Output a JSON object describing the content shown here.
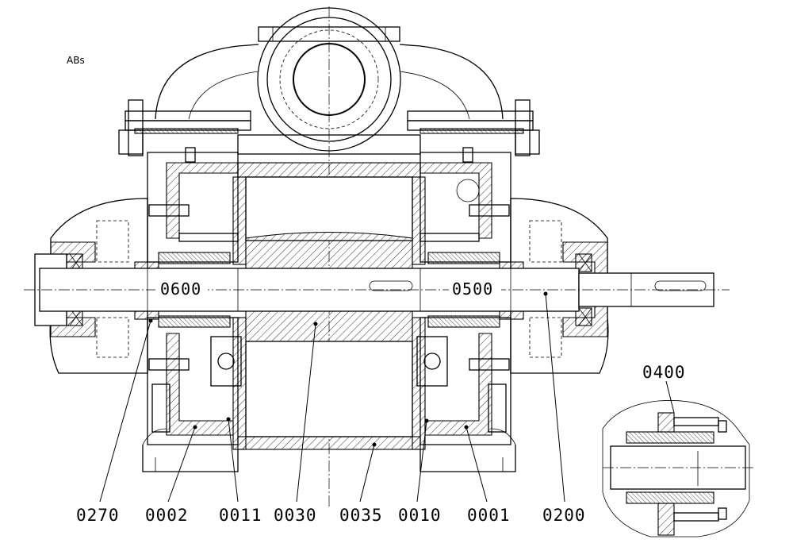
{
  "header": {
    "code": "ABs"
  },
  "shaft_labels": {
    "left": "0600",
    "right": "0500"
  },
  "detail": {
    "label": "0400"
  },
  "parts": [
    {
      "id": "0270"
    },
    {
      "id": "0002"
    },
    {
      "id": "0011"
    },
    {
      "id": "0030"
    },
    {
      "id": "0035"
    },
    {
      "id": "0010"
    },
    {
      "id": "0001"
    },
    {
      "id": "0200"
    }
  ]
}
